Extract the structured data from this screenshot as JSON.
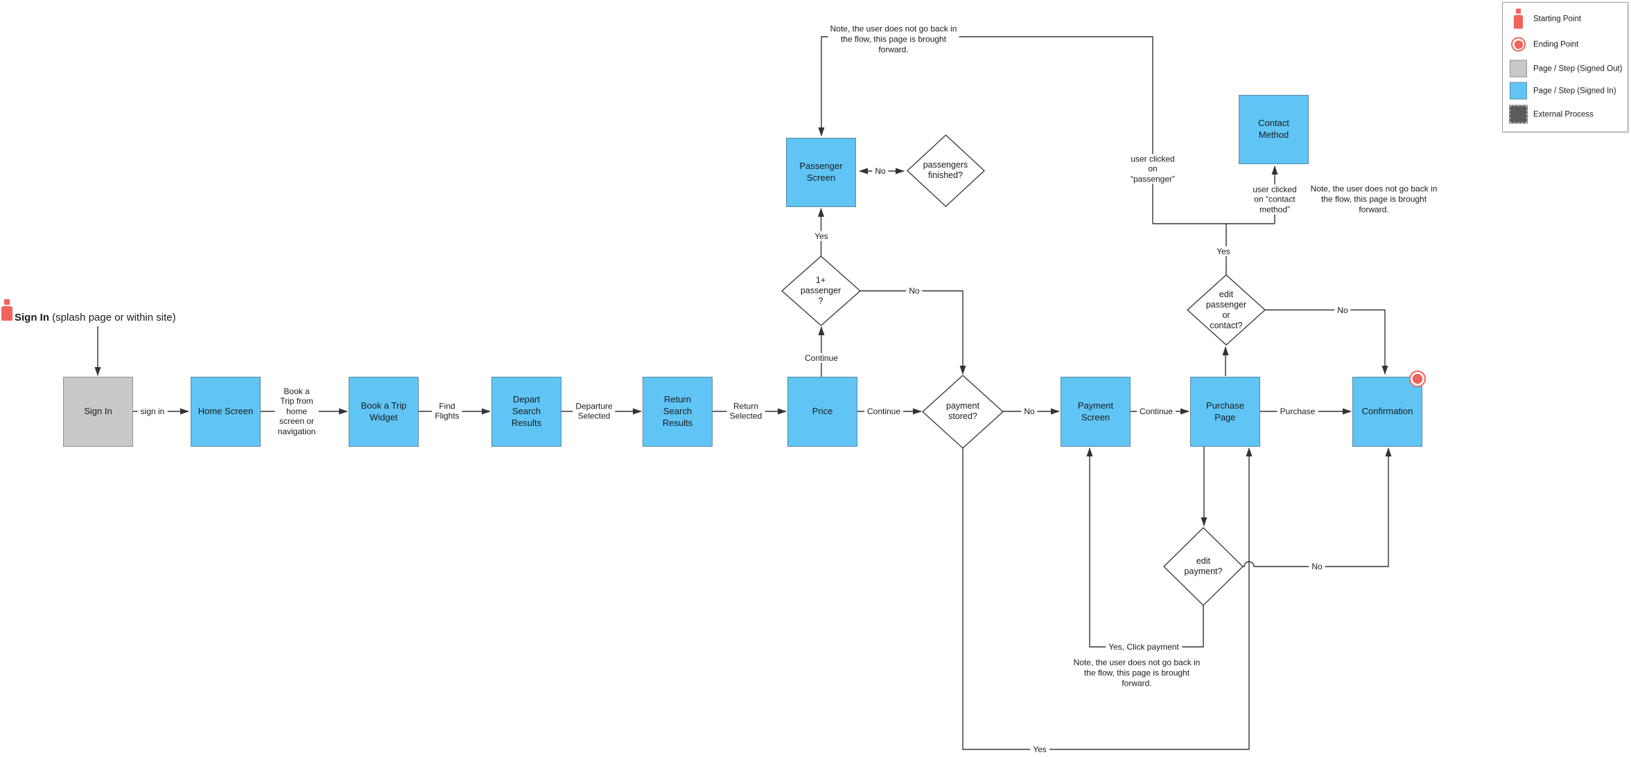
{
  "header": {
    "title_bold": "Sign In",
    "title_rest": " (splash page or within site)"
  },
  "nodes": {
    "sign_in": {
      "label": "Sign In",
      "type": "signed-out"
    },
    "home_screen": {
      "label": "Home Screen",
      "type": "signed-in"
    },
    "book_trip": {
      "label": "Book a Trip\nWidget",
      "type": "signed-in"
    },
    "depart_results": {
      "label": "Depart\nSearch\nResults",
      "type": "signed-in"
    },
    "return_results": {
      "label": "Return\nSearch\nResults",
      "type": "signed-in"
    },
    "price": {
      "label": "Price",
      "type": "signed-in"
    },
    "payment_screen": {
      "label": "Payment\nScreen",
      "type": "signed-in"
    },
    "purchase_page": {
      "label": "Purchase\nPage",
      "type": "signed-in"
    },
    "confirmation": {
      "label": "Confirmation",
      "type": "signed-in"
    },
    "passenger_screen": {
      "label": "Passenger\nScreen",
      "type": "signed-in"
    },
    "contact_method": {
      "label": "Contact\nMethod",
      "type": "signed-in"
    }
  },
  "decisions": {
    "passengers_finished": {
      "label": "passengers\nfinished?"
    },
    "one_plus_passenger": {
      "label": "1+\npassenger\n?"
    },
    "payment_stored": {
      "label": "payment\nstored?"
    },
    "edit_passenger_contact": {
      "label": "edit\npassenger\nor\ncontact?"
    },
    "edit_payment": {
      "label": "edit\npayment?"
    }
  },
  "edge_labels": {
    "sign_in": "sign in",
    "book_trip": "Book a\nTrip from\nhome\nscreen or\nnavigation",
    "find_flights": "Find\nFlights",
    "departure_selected": "Departure\nSelected",
    "return_selected": "Return\nSelected",
    "continue_to_payment_check": "Continue",
    "no_payment_stored": "No",
    "continue_to_purchase": "Continue",
    "purchase": "Purchase",
    "continue_to_passengers": "Continue",
    "yes_one_plus": "Yes",
    "no_one_plus": "No",
    "no_passengers_finished": "No",
    "yes_edit_passenger": "Yes",
    "user_clicked_passenger": "user clicked\non\n“passenger”",
    "user_clicked_contact": "user clicked\non “contact\nmethod”",
    "no_edit_passenger": "No",
    "no_edit_payment": "No",
    "yes_click_payment": "Yes, Click payment",
    "yes_payment_stored": "Yes"
  },
  "notes": {
    "top": "Note, the user does not go back in\nthe flow, this page is brought\nforward.",
    "contact": "Note, the user does not go back in\nthe flow, this page is brought\nforward.",
    "payment": "Note, the user does not go back in\nthe flow, this page is brought\nforward."
  },
  "legend": {
    "items": [
      {
        "label": "Starting Point"
      },
      {
        "label": "Ending Point"
      },
      {
        "label": "Page / Step (Signed Out)"
      },
      {
        "label": "Page / Step (Signed In)"
      },
      {
        "label": "External Process"
      }
    ]
  },
  "colors": {
    "signed_in": "#60c5f5",
    "signed_out": "#c9c9c9",
    "external": "#5b5b5b",
    "accent_red": "#f2635c",
    "line": "#333333"
  }
}
